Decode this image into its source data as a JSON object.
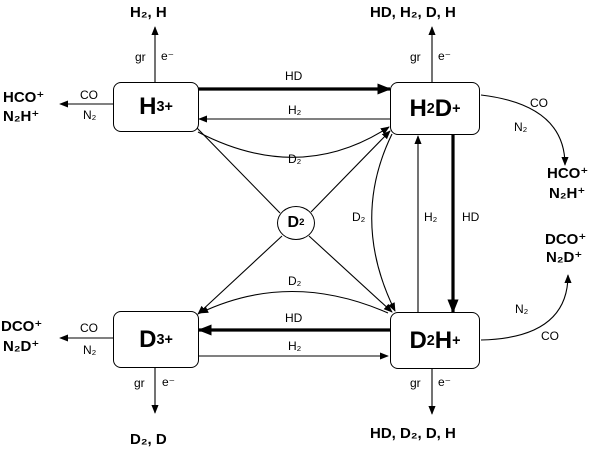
{
  "nodes": {
    "h3": {
      "base": "H",
      "sub": "3",
      "sup": "+"
    },
    "h2d": {
      "base": "H",
      "sub": "2",
      "mid": "D",
      "sup": "+"
    },
    "d3": {
      "base": "D",
      "sub": "3",
      "sup": "+"
    },
    "d2h": {
      "base": "D",
      "sub": "2",
      "mid": "H",
      "sup": "+"
    },
    "d2": {
      "base": "D",
      "sub": "2"
    }
  },
  "products": {
    "h3_top": "H₂, H",
    "h2d_top": "HD, H₂, D, H",
    "d3_bottom": "D₂, D",
    "d2h_bottom": "HD, D₂, D, H",
    "left_top": [
      "HCO⁺",
      "N₂H⁺"
    ],
    "left_bottom": [
      "DCO⁺",
      "N₂D⁺"
    ],
    "right_top": [
      "HCO⁺",
      "N₂H⁺"
    ],
    "right_bottom": [
      "DCO⁺",
      "N₂D⁺"
    ]
  },
  "labels": {
    "gr": "gr",
    "e": "e⁻",
    "co": "CO",
    "n2": "N₂",
    "hd": "HD",
    "h2": "H₂",
    "d2": "D₂"
  }
}
